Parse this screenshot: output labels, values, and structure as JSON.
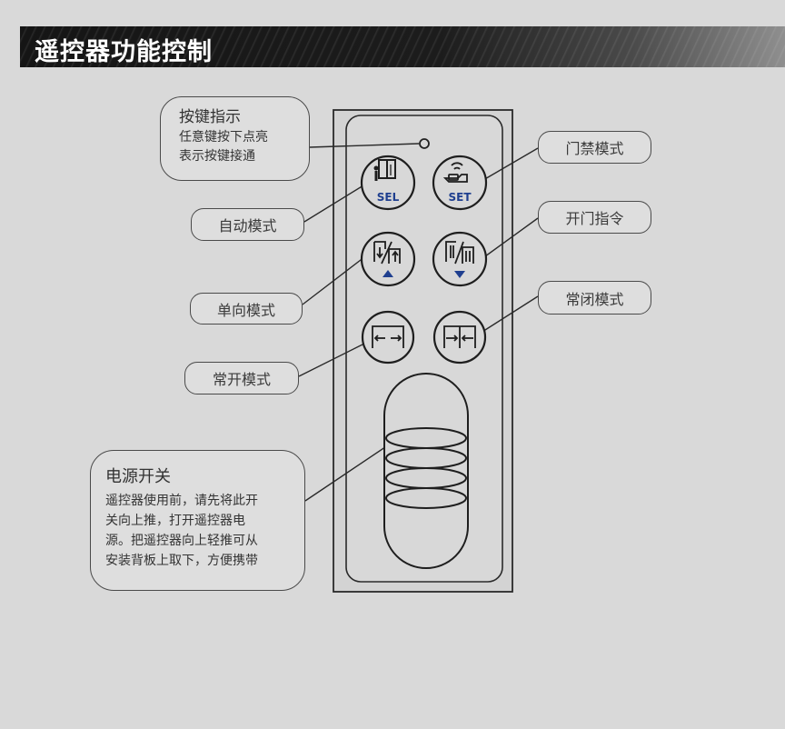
{
  "header": {
    "title": "遥控器功能控制"
  },
  "indicator_callout": {
    "title": "按键指示",
    "description": "任意键按下点亮\n表示按键接通"
  },
  "callouts": {
    "auto_mode": "自动模式",
    "one_way_mode": "单向模式",
    "always_open_mode": "常开模式",
    "access_control_mode": "门禁模式",
    "open_door_command": "开门指令",
    "always_closed_mode": "常闭模式"
  },
  "power_callout": {
    "title": "电源开关",
    "description": "遥控器使用前，请先将此开\n关向上推，打开遥控器电\n源。把遥控器向上轻推可从\n安装背板上取下，方便携带"
  },
  "buttons": {
    "sel_label": "SEL",
    "set_label": "SET"
  },
  "colors": {
    "banner": "#1a1a1a",
    "accent_blue": "#1f3f8f",
    "line": "#2a2a2a",
    "background": "#d9d9d9"
  }
}
